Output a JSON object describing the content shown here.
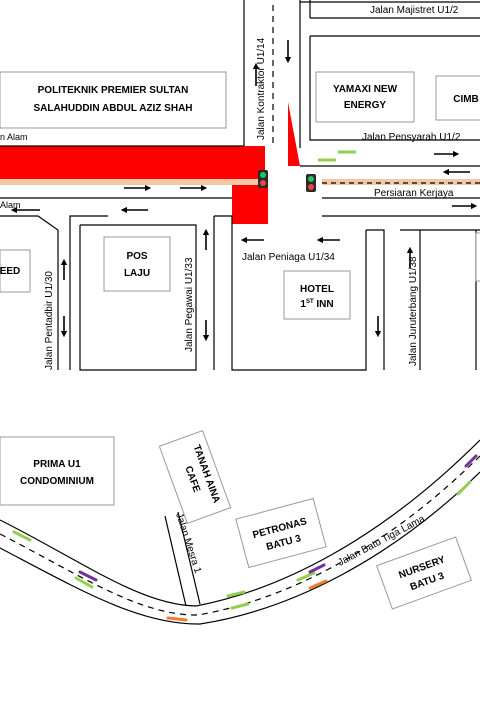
{
  "map": {
    "roads": {
      "majistret": "Jalan Majistret U1/2",
      "kontraktor": "Jalan Kontraktor U1/14",
      "pensyarah": "Jalan Pensyarah U1/2",
      "persiaran": "Persiaran Kerjaya",
      "alam_top": "n Alam",
      "alam_bottom": "Alam",
      "pentadbir": "Jalan Pentadbir U1/30",
      "pegawai": "Jalan Pegawai U1/33",
      "peniaga": "Jalan Peniaga U1/34",
      "juruterbang": "Jalan Juruterbang U1/38",
      "mesra": "Jalan Mesra 1",
      "batu_tiga": "Jalan Batu Tiga Lama"
    },
    "buildings": {
      "politeknik_l1": "POLITEKNIK PREMIER SULTAN",
      "politeknik_l2": "SALAHUDDIN ABDUL AZIZ SHAH",
      "yamaxi_l1": "YAMAXI NEW",
      "yamaxi_l2": "ENERGY",
      "cimb": "CIMB",
      "speed": "EED",
      "pos_l1": "POS",
      "pos_l2": "LAJU",
      "hotel_l1": "HOTEL",
      "hotel_l2_num": "1",
      "hotel_l2_sup": "ST",
      "hotel_l2_rest": " INN",
      "prima_l1": "PRIMA U1",
      "prima_l2": "CONDOMINIUM",
      "tanah_l1": "TANAH AINA",
      "tanah_l2": "CAFE",
      "petronas_l1": "PETRONAS",
      "petronas_l2": "BATU 3",
      "nursery_l1": "NURSERY",
      "nursery_l2": "BATU 3"
    },
    "colors": {
      "congestion": "#ff0000",
      "walkway": "#f4c7a4",
      "traffic_light": "#2a2a2a",
      "lane_green": "#92d050",
      "lane_purple": "#7030a0",
      "lane_orange": "#ed7d31",
      "road_line": "#000000"
    }
  }
}
